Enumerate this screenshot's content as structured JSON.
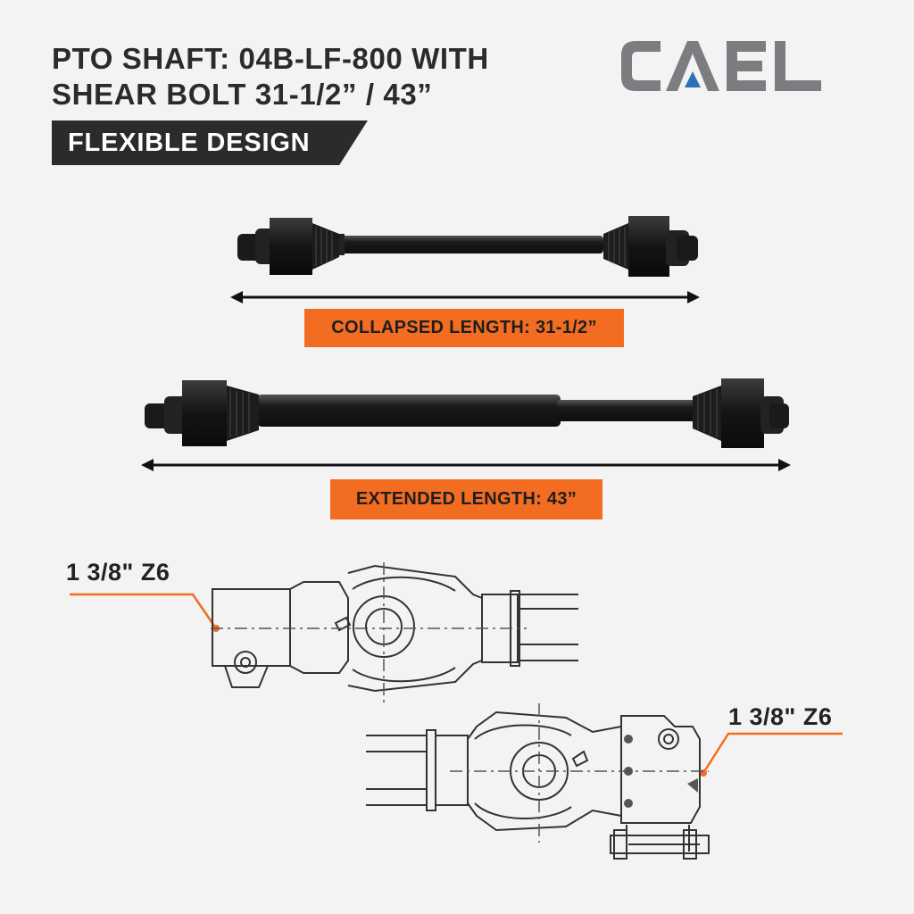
{
  "header": {
    "title_line_1": "PTO SHAFT: 04B-LF-800 WITH",
    "title_line_2": "SHEAR BOLT 31-1/2” / 43”",
    "badge": "FLEXIBLE DESIGN"
  },
  "logo": {
    "brand": "CAEL",
    "colors": {
      "letters": "#7b7d80",
      "accent": "#2a73b8"
    }
  },
  "dimensions": {
    "collapsed_label": "COLLAPSED LENGTH: 31-1/2”",
    "extended_label": "EXTENDED LENGTH: 43”"
  },
  "drawings": {
    "left_spline": "1 3/8\" Z6",
    "right_spline": "1 3/8\" Z6"
  },
  "colors": {
    "accent_orange": "#f26d22",
    "dark": "#2b2b2b",
    "background": "#f3f3f3"
  }
}
